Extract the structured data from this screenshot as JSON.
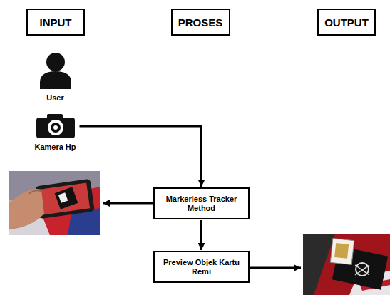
{
  "diagram": {
    "nodes": [
      {
        "text": [
          "INPUT"
        ]
      },
      {
        "text": [
          "PROSES"
        ]
      },
      {
        "text": [
          "OUTPUT"
        ]
      },
      {
        "text": [
          "User"
        ]
      },
      {
        "text": [
          "Kamera Hp"
        ]
      },
      {
        "text": [
          "Markerless Tracker Method"
        ]
      },
      {
        "text": [
          "Preview Objek Kartu Remi"
        ]
      }
    ],
    "edges": [
      {
        "from": 4,
        "to": 5,
        "arrow": "to"
      },
      {
        "from": 5,
        "to": 6,
        "arrow": "to"
      }
    ]
  }
}
